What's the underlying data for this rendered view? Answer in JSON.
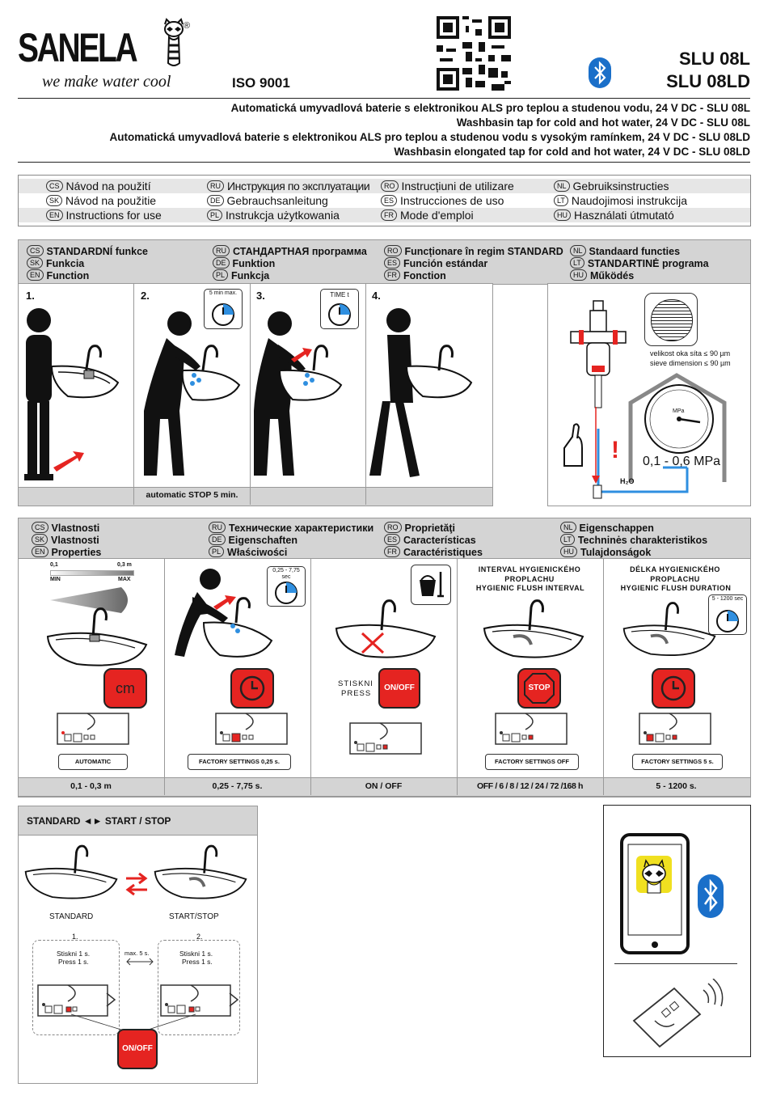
{
  "header": {
    "brand": "SANELA",
    "tagline": "we make water cool",
    "registered": "®",
    "iso": "ISO 9001",
    "model_1": "SLU 08L",
    "model_2": "SLU 08LD"
  },
  "titles": [
    "Automatická umyvadlová baterie s elektronikou ALS pro teplou a studenou vodu, 24 V DC - SLU 08L",
    "Washbasin tap for cold and hot water, 24 V DC - SLU 08L",
    "Automatická umyvadlová baterie s elektronikou ALS pro teplou a studenou vodu s vysokým ramínkem, 24 V DC - SLU 08LD",
    "Washbasin elongated tap for cold and hot water, 24 V DC - SLU 08LD"
  ],
  "languages": [
    {
      "code": "CS",
      "text": "Návod na použití"
    },
    {
      "code": "RU",
      "text": "Инструкция по эксплуатации"
    },
    {
      "code": "RO",
      "text": "Instrucțiuni de utilizare"
    },
    {
      "code": "NL",
      "text": "Gebruiksinstructies"
    },
    {
      "code": "SK",
      "text": "Návod na použitie"
    },
    {
      "code": "DE",
      "text": "Gebrauchsanleitung"
    },
    {
      "code": "ES",
      "text": "Instrucciones de uso"
    },
    {
      "code": "LT",
      "text": "Naudojimosi instrukcija"
    },
    {
      "code": "EN",
      "text": "Instructions for use"
    },
    {
      "code": "PL",
      "text": "Instrukcja użytkowania"
    },
    {
      "code": "FR",
      "text": "Mode d'emploi"
    },
    {
      "code": "HU",
      "text": "Használati útmutató"
    }
  ],
  "function_section": {
    "labels": [
      {
        "code": "CS",
        "text": "STANDARDNÍ funkce"
      },
      {
        "code": "RU",
        "text": "СТАНДАРТНАЯ программа"
      },
      {
        "code": "RO",
        "text": "Funcționare în regim STANDARD"
      },
      {
        "code": "NL",
        "text": "Standaard functies"
      },
      {
        "code": "SK",
        "text": "Funkcia"
      },
      {
        "code": "DE",
        "text": "Funktion"
      },
      {
        "code": "ES",
        "text": "Función estándar"
      },
      {
        "code": "LT",
        "text": "STANDARTINĖ programa"
      },
      {
        "code": "EN",
        "text": "Function"
      },
      {
        "code": "PL",
        "text": "Funkcja"
      },
      {
        "code": "FR",
        "text": "Fonction"
      },
      {
        "code": "HU",
        "text": "Működés"
      }
    ],
    "steps": [
      "1.",
      "2.",
      "3.",
      "4."
    ],
    "timer_2": "5 min max.",
    "timer_3": "TIME t",
    "auto_stop": "automatic STOP 5 min.",
    "sieve_cs": "velikost oka síta ≤ 90 µm",
    "sieve_en": "sieve dimension ≤ 90 µm",
    "pressure": "0,1 - 0,6 MPa",
    "gauge_unit": "MPa",
    "h2o": "H₂O"
  },
  "properties_section": {
    "labels": [
      {
        "code": "CS",
        "text": "Vlastnosti"
      },
      {
        "code": "RU",
        "text": "Технические характеристики"
      },
      {
        "code": "RO",
        "text": "Proprietăţi"
      },
      {
        "code": "NL",
        "text": "Eigenschappen"
      },
      {
        "code": "SK",
        "text": "Vlastnosti"
      },
      {
        "code": "DE",
        "text": "Eigenschaften"
      },
      {
        "code": "ES",
        "text": "Características"
      },
      {
        "code": "LT",
        "text": "Techninės charakteristikos"
      },
      {
        "code": "EN",
        "text": "Properties"
      },
      {
        "code": "PL",
        "text": "Właściwości"
      },
      {
        "code": "FR",
        "text": "Caractéristiques"
      },
      {
        "code": "HU",
        "text": "Tulajdonságok"
      }
    ],
    "range_min_val": "0,1",
    "range_max_val": "0,3 m",
    "range_min": "MIN",
    "range_max": "MAX",
    "cm": "cm",
    "timer_delay": "0,25 - 7,75 sec",
    "press_cs": "STISKNI",
    "press_en": "PRESS",
    "onoff": "ON/OFF",
    "interval_cs": "INTERVAL HYGIENICKÉHO PROPLACHU",
    "interval_en": "HYGIENIC FLUSH INTERVAL",
    "duration_cs": "DÉLKA HYGIENICKÉHO PROPLACHU",
    "duration_en": "HYGIENIC FLUSH DURATION",
    "duration_timer": "5 - 1200 sec",
    "stop_label": "STOP",
    "buttons": [
      "AUTOMATIC",
      "FACTORY SETTINGS 0,25 s.",
      "",
      "FACTORY SETTINGS OFF",
      "FACTORY SETTINGS 5 s."
    ],
    "footer": [
      "0,1 - 0,3 m",
      "0,25 - 7,75 s.",
      "ON / OFF",
      "OFF / 6 / 8 / 12 / 24 / 72 /168 h",
      "5 - 1200 s."
    ]
  },
  "mode_section": {
    "title": "STANDARD ◄► START / STOP",
    "standard": "STANDARD",
    "startstop": "START/STOP",
    "step1": "1.",
    "step2": "2.",
    "press1_cs": "Stiskni 1 s.",
    "press1_en": "Press 1 s.",
    "max": "max. 5 s.",
    "onoff": "ON/OFF"
  },
  "colors": {
    "accent_red": "#e52421",
    "bluetooth": "#1a6fc9",
    "timer_blue": "#2f8fe0",
    "panel_grey": "#d4d4d4"
  }
}
